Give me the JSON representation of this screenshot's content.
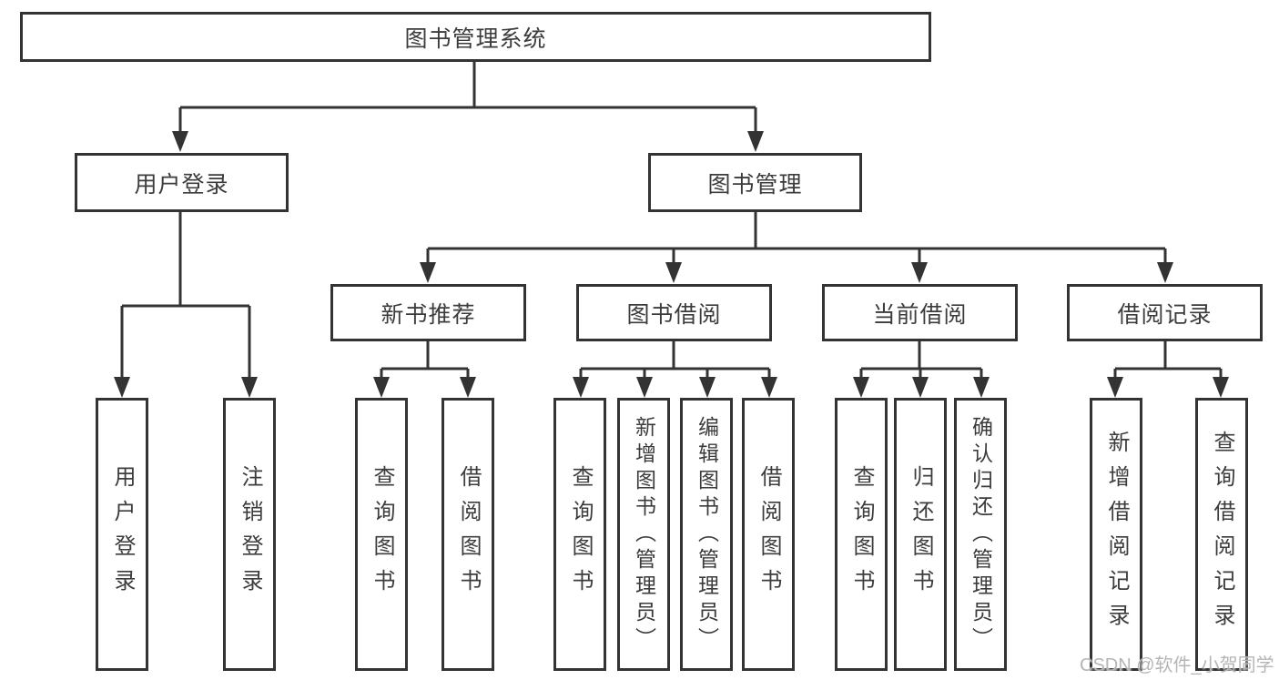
{
  "diagram": {
    "root_label": "图书管理系统",
    "level1": {
      "user_login": "用户登录",
      "book_mgmt": "图书管理"
    },
    "level2": {
      "new_books": "新书推荐",
      "book_borrow": "图书借阅",
      "current_borrow": "当前借阅",
      "borrow_records": "借阅记录"
    },
    "leaves": {
      "user_login_children": [
        "用户登录",
        "注销登录"
      ],
      "new_books_children": [
        "查询图书",
        "借阅图书"
      ],
      "book_borrow_children": [
        "查询图书",
        "新增图书（管理员）",
        "编辑图书（管理员）",
        "借阅图书"
      ],
      "current_borrow_children": [
        "查询图书",
        "归还图书",
        "确认归还（管理员）"
      ],
      "borrow_records_children": [
        "新增借阅记录",
        "查询借阅记录"
      ]
    },
    "line_color": "#333333"
  },
  "watermark": "CSDN @软件_小贺同学"
}
